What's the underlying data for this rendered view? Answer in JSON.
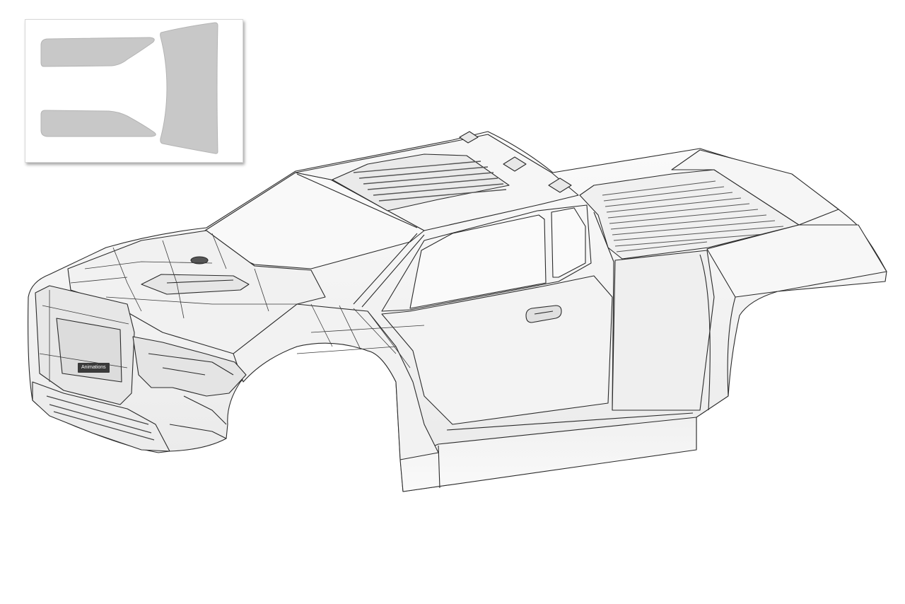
{
  "viewport": {
    "background": "#ffffff"
  },
  "inset_panel": {
    "shape_fill": "#c8c8c8",
    "shape_stroke": "#b4b4b4",
    "shapes": [
      "window-strip-top",
      "window-strip-bottom",
      "windshield-panel"
    ]
  },
  "model": {
    "body_fill": "#f4f4f4",
    "shade_fill": "#e4e4e4",
    "line_color": "#2a2a2a",
    "window_fill": "#f9f9f9"
  },
  "annotation": {
    "label": "Animations",
    "background": "#3a3a3a",
    "text_color": "#ffffff"
  }
}
